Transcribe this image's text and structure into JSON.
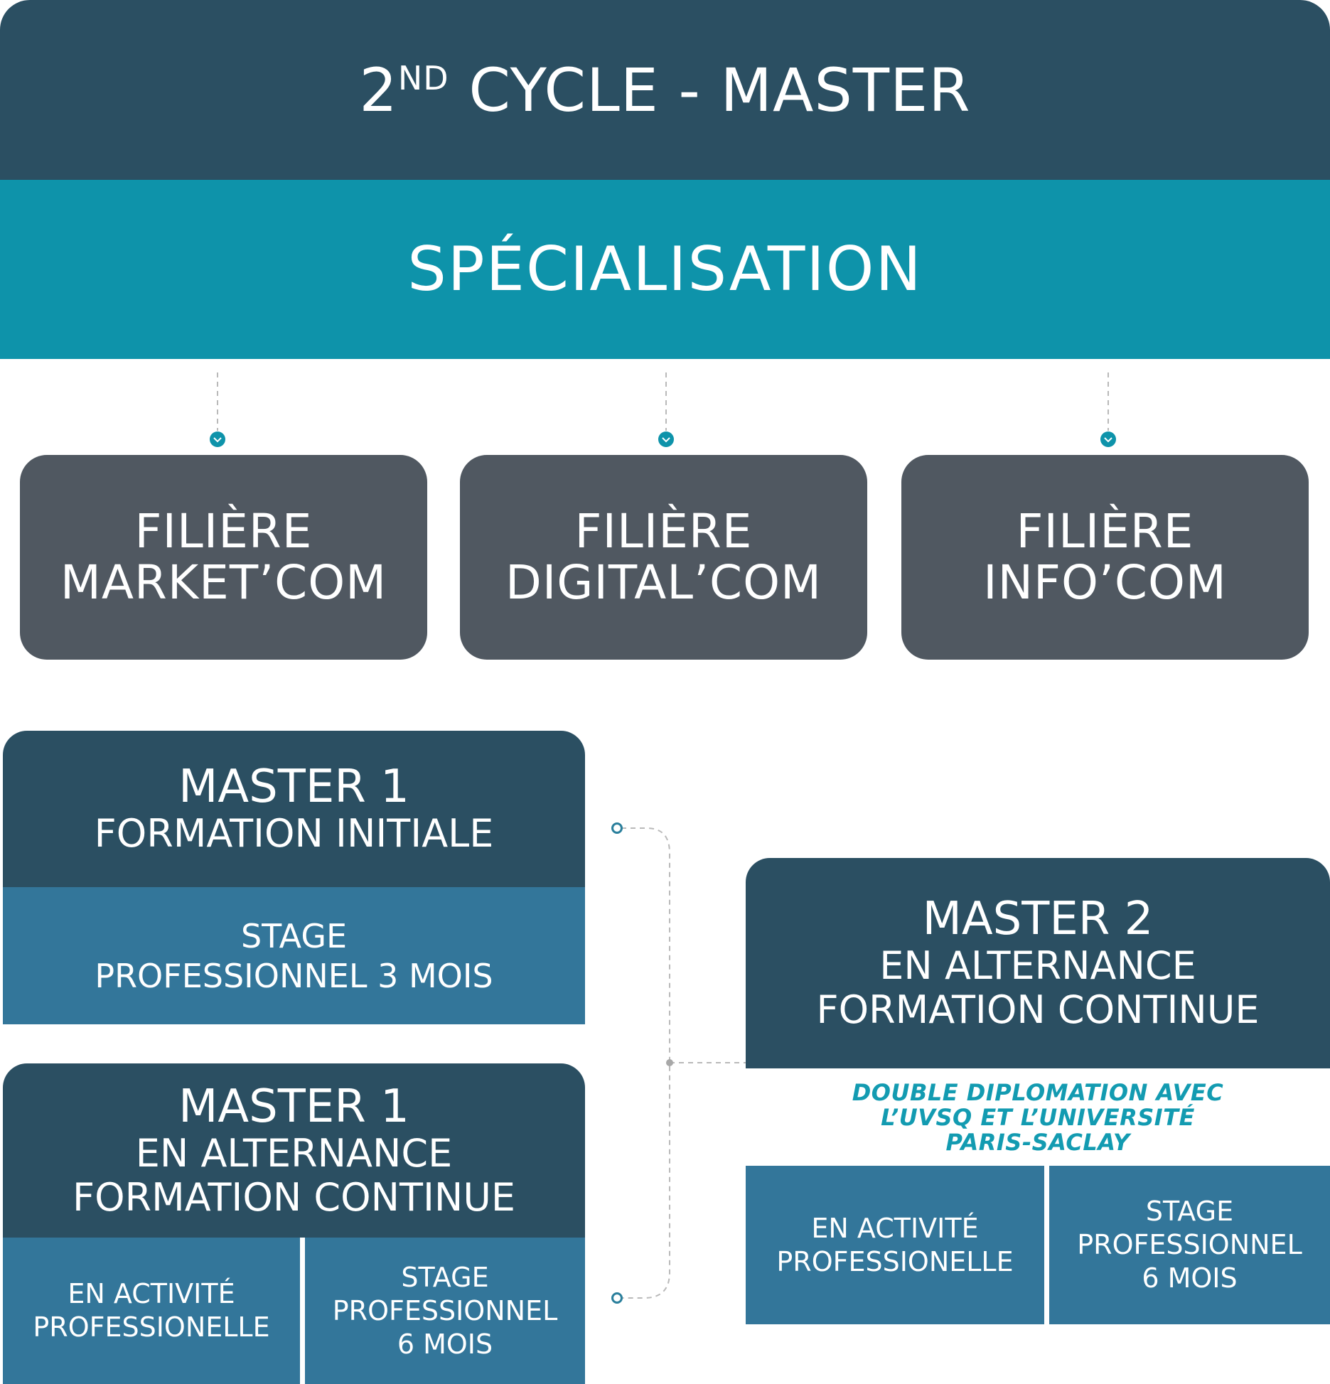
{
  "header": {
    "title_sup_lead": "2",
    "title_sup": "ND",
    "title_rest": " CYCLE - MASTER"
  },
  "specialisation": {
    "label": "SPÉCIALISATION"
  },
  "filieres": [
    {
      "line1": "FILIÈRE",
      "line2": "MARKET’COM"
    },
    {
      "line1": "FILIÈRE",
      "line2": "DIGITAL’COM"
    },
    {
      "line1": "FILIÈRE",
      "line2": "INFO’COM"
    }
  ],
  "master1_initiale": {
    "title": "MASTER 1",
    "subtitle": "FORMATION INITIALE",
    "stage_line1": "STAGE",
    "stage_line2": "PROFESSIONNEL 3 MOIS"
  },
  "master1_alternance": {
    "title": "MASTER 1",
    "line2": "EN ALTERNANCE",
    "line3": "FORMATION CONTINUE",
    "activity_line1": "EN ACTIVITÉ",
    "activity_line2": "PROFESSIONELLE",
    "stage_line1": "STAGE",
    "stage_line2": "PROFESSIONNEL",
    "stage_line3": "6 MOIS"
  },
  "master2": {
    "title": "MASTER 2",
    "line2": "EN ALTERNANCE",
    "line3": "FORMATION CONTINUE",
    "note_line1": "DOUBLE DIPLOMATION AVEC",
    "note_line2": "L’UVSQ ET L’UNIVERSITÉ",
    "note_line3": "PARIS-SACLAY",
    "activity_line1": "EN ACTIVITÉ",
    "activity_line2": "PROFESSIONELLE",
    "stage_line1": "STAGE",
    "stage_line2": "PROFESSIONNEL",
    "stage_line3": "6 MOIS"
  },
  "colors": {
    "dark_navy": "#2b4f62",
    "teal": "#0e93aa",
    "slate_gray": "#505861",
    "steel_blue": "#33769a",
    "note_teal": "#139bb1",
    "connector_gray": "#b9b9b9"
  }
}
